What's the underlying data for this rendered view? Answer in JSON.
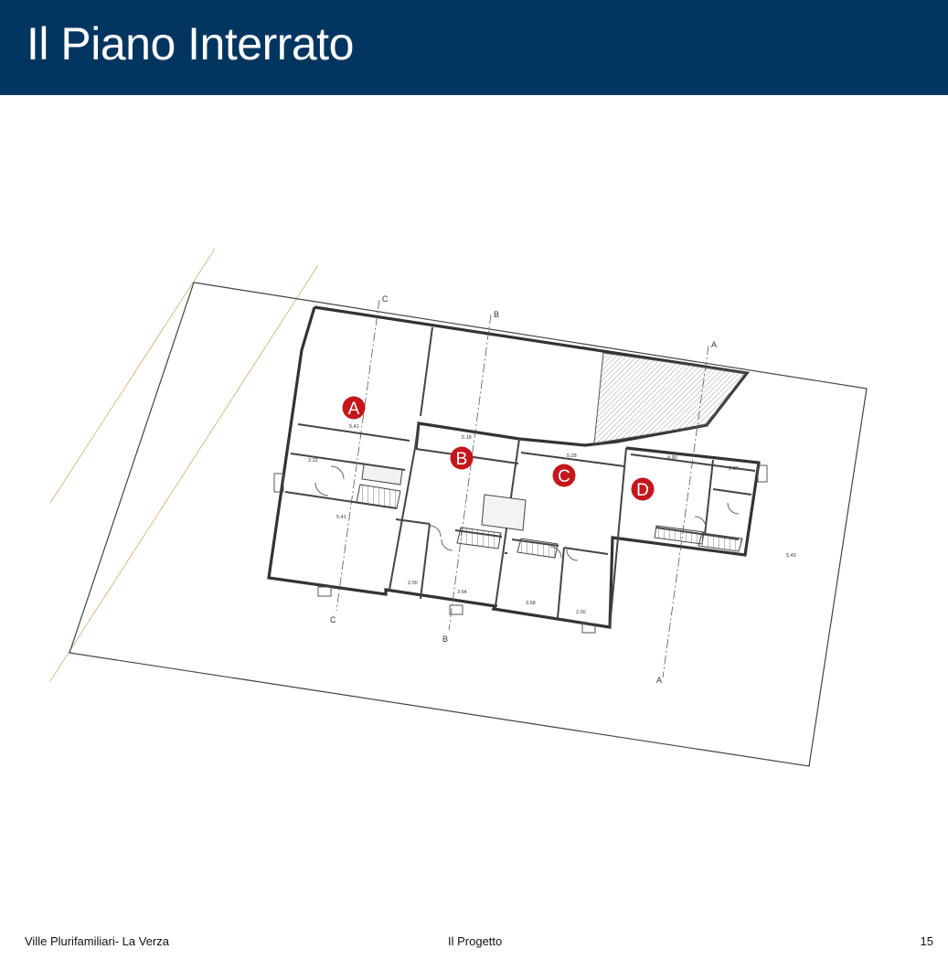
{
  "header": {
    "title": "Il Piano Interrato",
    "background_color": "#033561"
  },
  "floor_plan": {
    "unit_markers": [
      {
        "label": "A",
        "color": "#c4161c"
      },
      {
        "label": "B",
        "color": "#c4161c"
      },
      {
        "label": "C",
        "color": "#c4161c"
      },
      {
        "label": "D",
        "color": "#c4161c"
      }
    ],
    "section_markers": [
      {
        "label": "A"
      },
      {
        "label": "B"
      },
      {
        "label": "C"
      }
    ],
    "dimensions": [
      "5.41",
      "5.18",
      "5.28",
      "4.90",
      "5.41",
      "5.43",
      "3.64",
      "3.68",
      "2.22",
      "2.00",
      "2.00",
      "2.37"
    ]
  },
  "footer": {
    "left": "Ville Plurifamiliari- La Verza",
    "center": "Il Progetto",
    "page_number": "15"
  }
}
